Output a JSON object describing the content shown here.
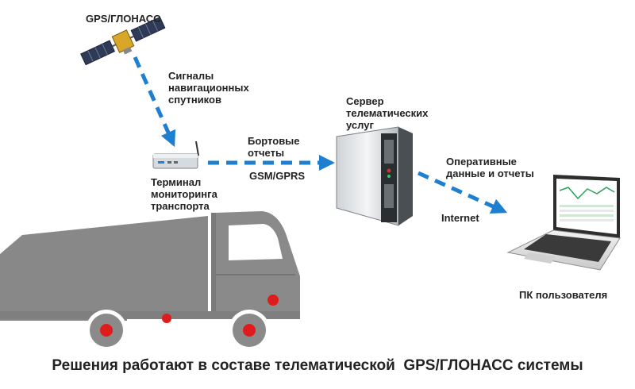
{
  "satellite": {
    "label": "GPS/ГЛОНАСС"
  },
  "signal": {
    "label_lines": [
      "Сигналы",
      "навигационных",
      "спутников"
    ]
  },
  "terminal": {
    "label_lines": [
      "Терминал",
      "мониторинга",
      "транспорта"
    ]
  },
  "link_terminal_server": {
    "label_lines": [
      "Бортовые",
      "отчеты"
    ],
    "protocol": "GSM/GPRS"
  },
  "server": {
    "label_lines": [
      "Сервер",
      "телематических",
      "услуг"
    ]
  },
  "link_server_pc": {
    "label_lines": [
      "Оперативные",
      "данные и отчеты"
    ],
    "channel": "Internet"
  },
  "pc": {
    "label": "ПК пользователя"
  },
  "caption": "Решения работают в составе телематической  GPS/ГЛОНАСС системы",
  "colors": {
    "arrow": "#1e7fd0",
    "truck": "#8a8a8a",
    "wheel_hub": "#e01b1b",
    "server_accent": "#c0392b"
  },
  "icons": [
    "satellite-icon",
    "terminal-device-icon",
    "server-icon",
    "laptop-icon",
    "truck-icon"
  ]
}
